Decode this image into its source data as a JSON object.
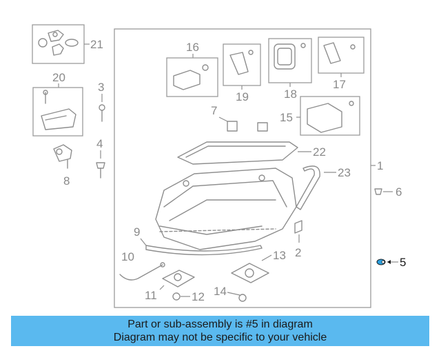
{
  "callouts": {
    "c1": "1",
    "c2": "2",
    "c3": "3",
    "c4": "4",
    "c5": "5",
    "c6": "6",
    "c7": "7",
    "c8": "8",
    "c9": "9",
    "c10": "10",
    "c11": "11",
    "c12": "12",
    "c13": "13",
    "c14": "14",
    "c15": "15",
    "c16": "16",
    "c17": "17",
    "c18": "18",
    "c19": "19",
    "c20": "20",
    "c21": "21",
    "c22": "22",
    "c23": "23"
  },
  "highlight_color": "#2aa0e0",
  "banner": {
    "background": "#5ab9ef",
    "line1": "Part or sub-assembly is #5 in diagram",
    "line2": "Diagram may not be specific to your vehicle"
  }
}
